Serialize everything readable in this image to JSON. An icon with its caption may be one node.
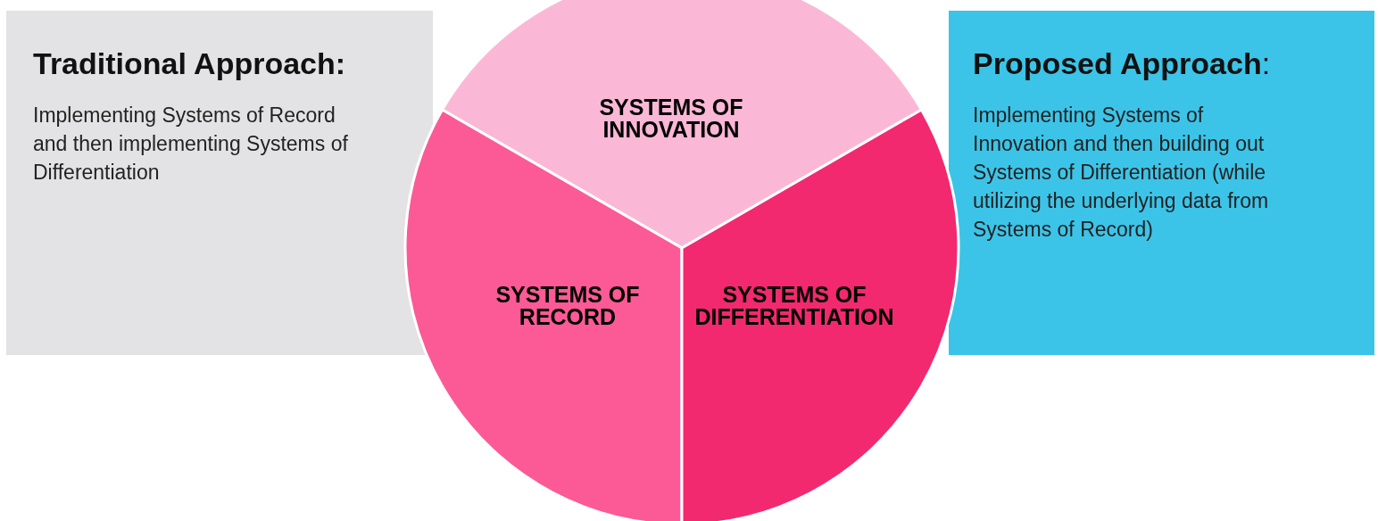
{
  "diagram": {
    "nodes": [
      {
        "text": [
          "Traditional Approach:",
          "Implementing Systems of Record and then implementing Systems of Differentiation"
        ]
      },
      {
        "text": [
          "SYSTEMS OF INNOVATION"
        ]
      },
      {
        "text": [
          "SYSTEMS OF RECORD"
        ]
      },
      {
        "text": [
          "SYSTEMS OF DIFFERENTIATION"
        ]
      },
      {
        "text": [
          "**Proposed Approach**:",
          "Implementing Systems of Innovation and then building out Systems of Differentiation (while utilizing the underlying data from Systems of Record)"
        ]
      }
    ]
  }
}
